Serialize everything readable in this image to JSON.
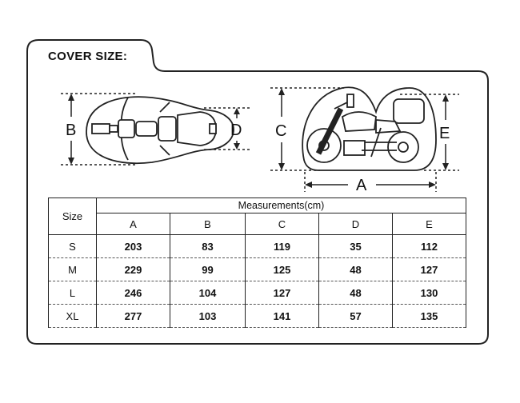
{
  "title": "COVER SIZE:",
  "dimension_labels": {
    "a": "A",
    "b": "B",
    "c": "C",
    "d": "D",
    "e": "E"
  },
  "table": {
    "size_header": "Size",
    "group_header": "Measurements(cm)",
    "columns": [
      "A",
      "B",
      "C",
      "D",
      "E"
    ],
    "rows": [
      {
        "size": "S",
        "values": [
          "203",
          "83",
          "119",
          "35",
          "112"
        ]
      },
      {
        "size": "M",
        "values": [
          "229",
          "99",
          "125",
          "48",
          "127"
        ]
      },
      {
        "size": "L",
        "values": [
          "246",
          "104",
          "127",
          "48",
          "130"
        ]
      },
      {
        "size": "XL",
        "values": [
          "277",
          "103",
          "141",
          "57",
          "135"
        ]
      }
    ]
  }
}
